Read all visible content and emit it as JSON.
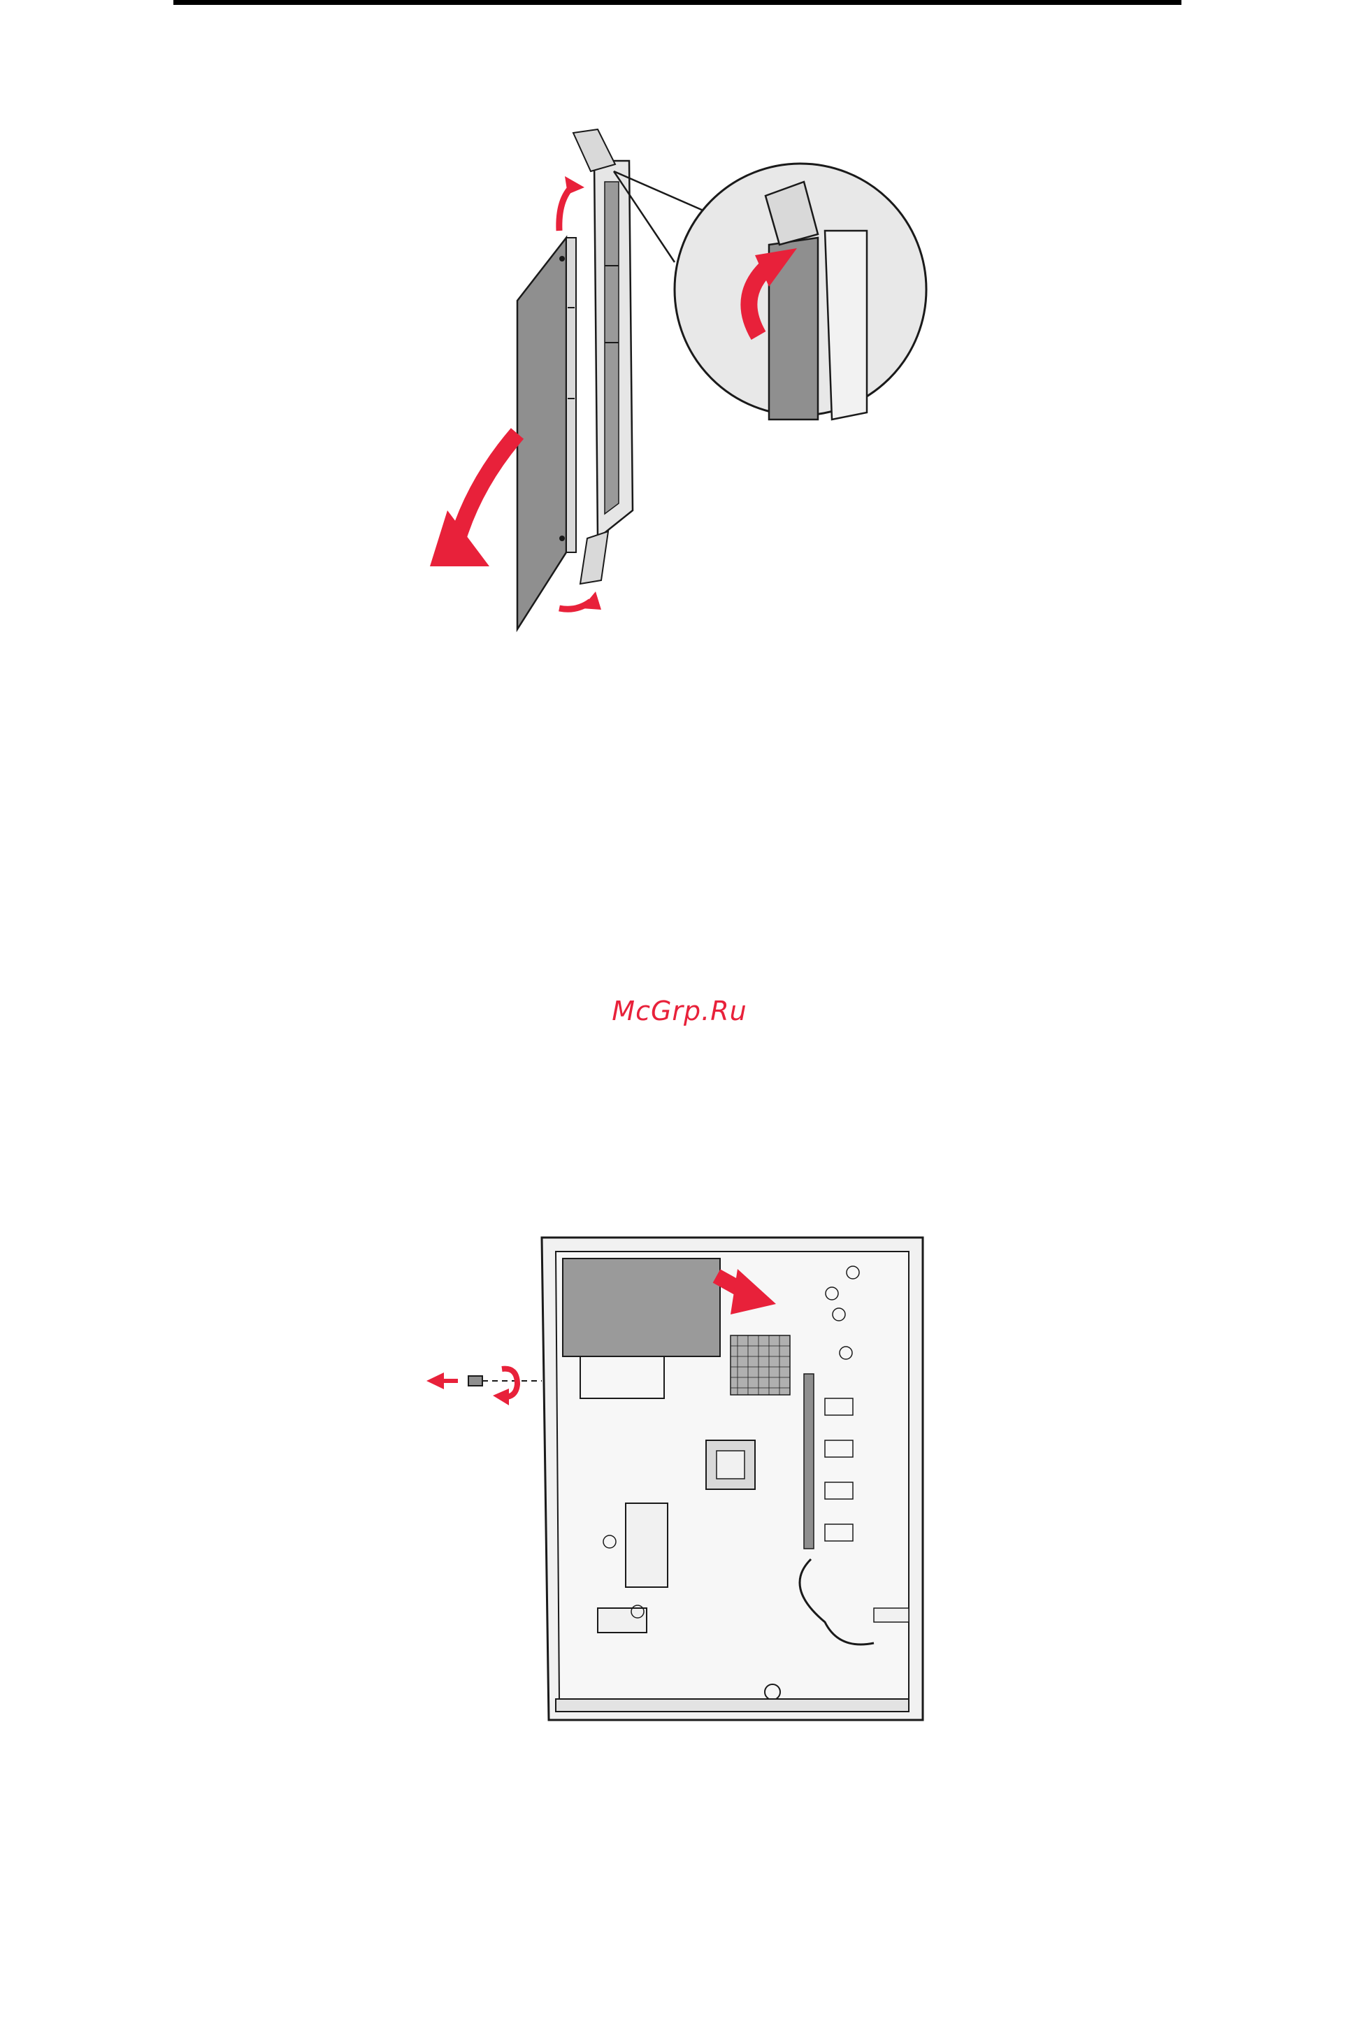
{
  "page": {
    "watermark": "McGrp.Ru"
  },
  "colors": {
    "accent_red": "#e8213a",
    "metal": "#8f8f8f",
    "light_panel": "#e3e3e3",
    "ink": "#1a1a1a"
  },
  "figures": [
    {
      "id": "memory-card-removal",
      "icons": [
        "memory-card",
        "card-slot",
        "latch-arrow",
        "removal-arrow",
        "detail-magnifier"
      ]
    },
    {
      "id": "system-board-screw-removal",
      "icons": [
        "system-board",
        "thumbscrew",
        "unscrew-arrow",
        "slide-arrow"
      ]
    }
  ]
}
